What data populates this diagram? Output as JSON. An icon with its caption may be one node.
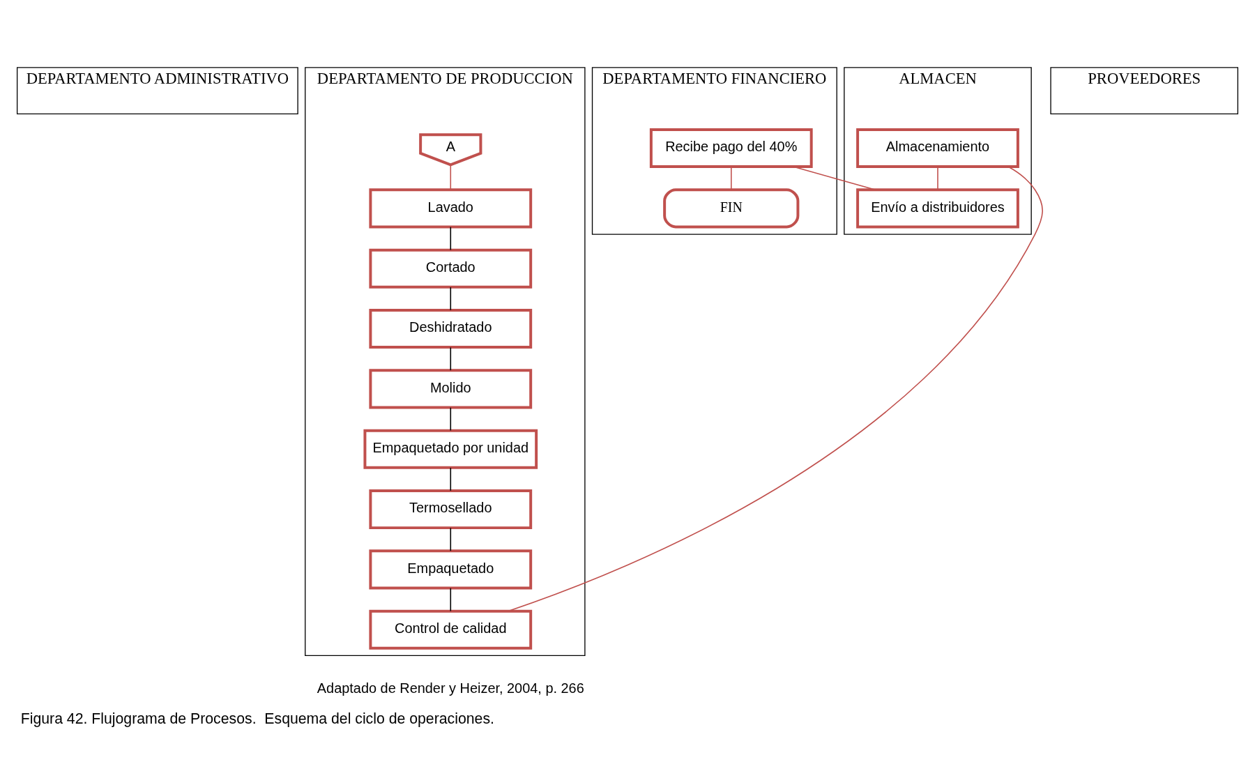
{
  "diagram": {
    "caption": "Figura 42. Flujograma de Procesos.  Esquema del ciclo de operaciones.",
    "nodes": [
      {
        "text": [
          "DEPARTAMENTO ADMINISTRATIVO"
        ]
      },
      {
        "text": [
          "DEPARTAMENTO DE PRODUCCION"
        ]
      },
      {
        "text": [
          "PROVEEDORES"
        ]
      },
      {
        "text": [
          "DEPARTAMENTO FINANCIERO"
        ]
      },
      {
        "text": [
          "ALMACEN"
        ]
      },
      {
        "text": [
          "A"
        ],
        "in": 1
      },
      {
        "text": [
          "Lavado"
        ],
        "in": 1
      },
      {
        "text": [
          "Cortado"
        ],
        "in": 1
      },
      {
        "text": [
          "Deshidratado"
        ],
        "in": 1
      },
      {
        "text": [
          "Molido"
        ],
        "in": 1
      },
      {
        "text": [
          "Empaquetado por unidad"
        ],
        "in": 1
      },
      {
        "text": [
          "Termosellado"
        ],
        "in": 1
      },
      {
        "text": [
          "Empaquetado"
        ],
        "in": 1
      },
      {
        "text": [
          "Control de calidad"
        ],
        "in": 1
      },
      {
        "text": [
          "Recibe pago del 40%"
        ],
        "in": 3
      },
      {
        "text": [
          "FIN"
        ],
        "in": 3
      },
      {
        "text": [
          "Almacenamiento"
        ],
        "in": 4
      },
      {
        "text": [
          "Envío a distribuidores"
        ],
        "in": 4
      }
    ],
    "edges": [
      {
        "from": 5,
        "to": 6,
        "arrow": "none",
        "color": "#c0504d"
      },
      {
        "from": 6,
        "to": 7,
        "arrow": "none"
      },
      {
        "from": 7,
        "to": 8,
        "arrow": "none"
      },
      {
        "from": 8,
        "to": 9,
        "arrow": "none"
      },
      {
        "from": 9,
        "to": 10,
        "arrow": "none"
      },
      {
        "from": 10,
        "to": 11,
        "arrow": "none"
      },
      {
        "from": 11,
        "to": 12,
        "arrow": "none"
      },
      {
        "from": 12,
        "to": 13,
        "arrow": "none"
      },
      {
        "from": 13,
        "to": 16,
        "arrow": "none",
        "color": "#c0504d"
      },
      {
        "from": 16,
        "to": 17,
        "arrow": "none",
        "color": "#c0504d"
      },
      {
        "from": 17,
        "to": 14,
        "arrow": "none",
        "color": "#c0504d"
      },
      {
        "from": 14,
        "to": 15,
        "arrow": "none",
        "color": "#c0504d"
      }
    ],
    "labels": [
      "Adaptado de Render y Heizer, 2004, p. 266"
    ]
  }
}
